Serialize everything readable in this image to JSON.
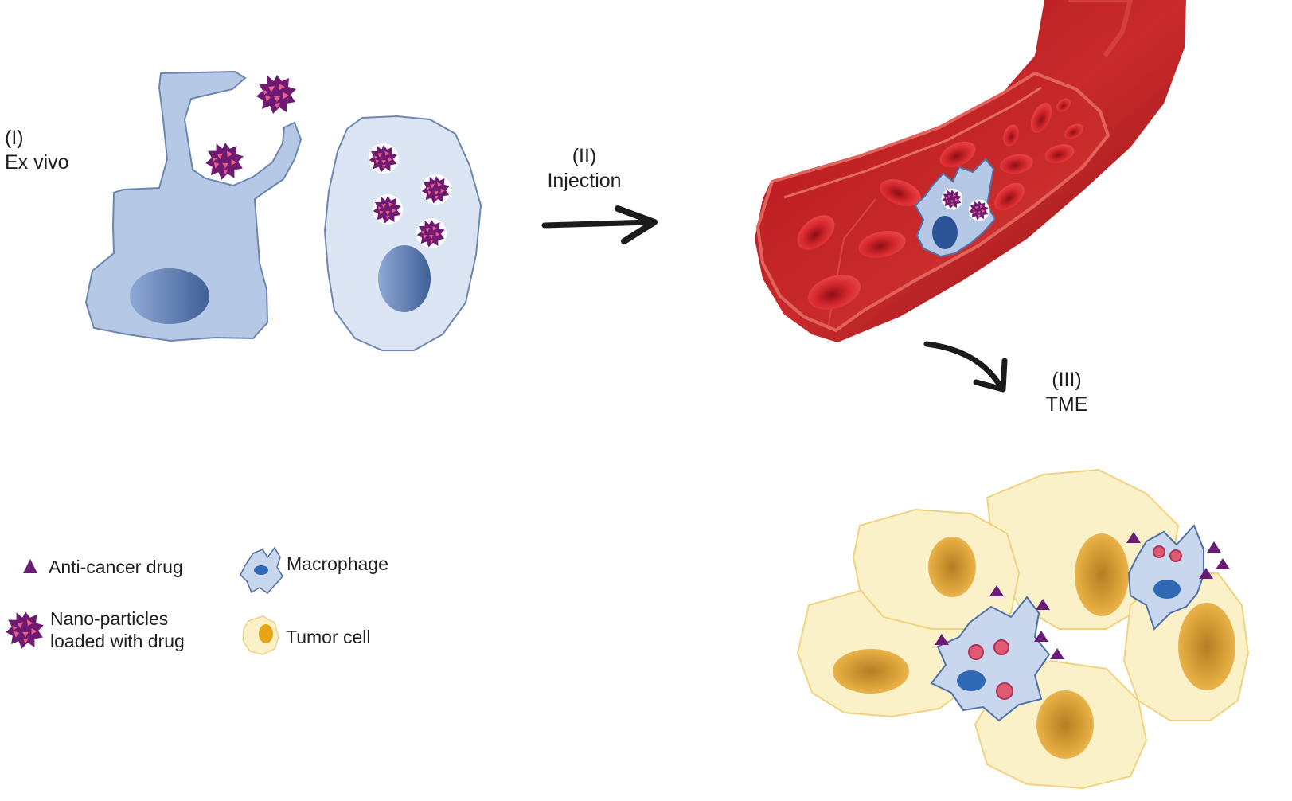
{
  "steps": {
    "ex_vivo": {
      "number": "(I)",
      "label": "Ex vivo"
    },
    "injection": {
      "number": "(II)",
      "label": "Injection"
    },
    "tme": {
      "number": "(III)",
      "label": "TME"
    }
  },
  "legend": {
    "drug": "Anti-cancer drug",
    "macrophage": "Macrophage",
    "nanoparticle_line1": "Nano-particles",
    "nanoparticle_line2": "loaded with drug",
    "tumor": "Tumor cell"
  },
  "colors": {
    "macrophage_fill": "#b3c7e6",
    "macrophage_light": "#dbe4f2",
    "nucleus": "#5d85c0",
    "vessel": "#c0262a",
    "rbc": "#d52a30",
    "tumor_fill": "#fbf1c8",
    "tumor_nucleus": "#e5b14a",
    "drug": "#6e1a74",
    "nanoparticle_pink": "#e8608a"
  }
}
